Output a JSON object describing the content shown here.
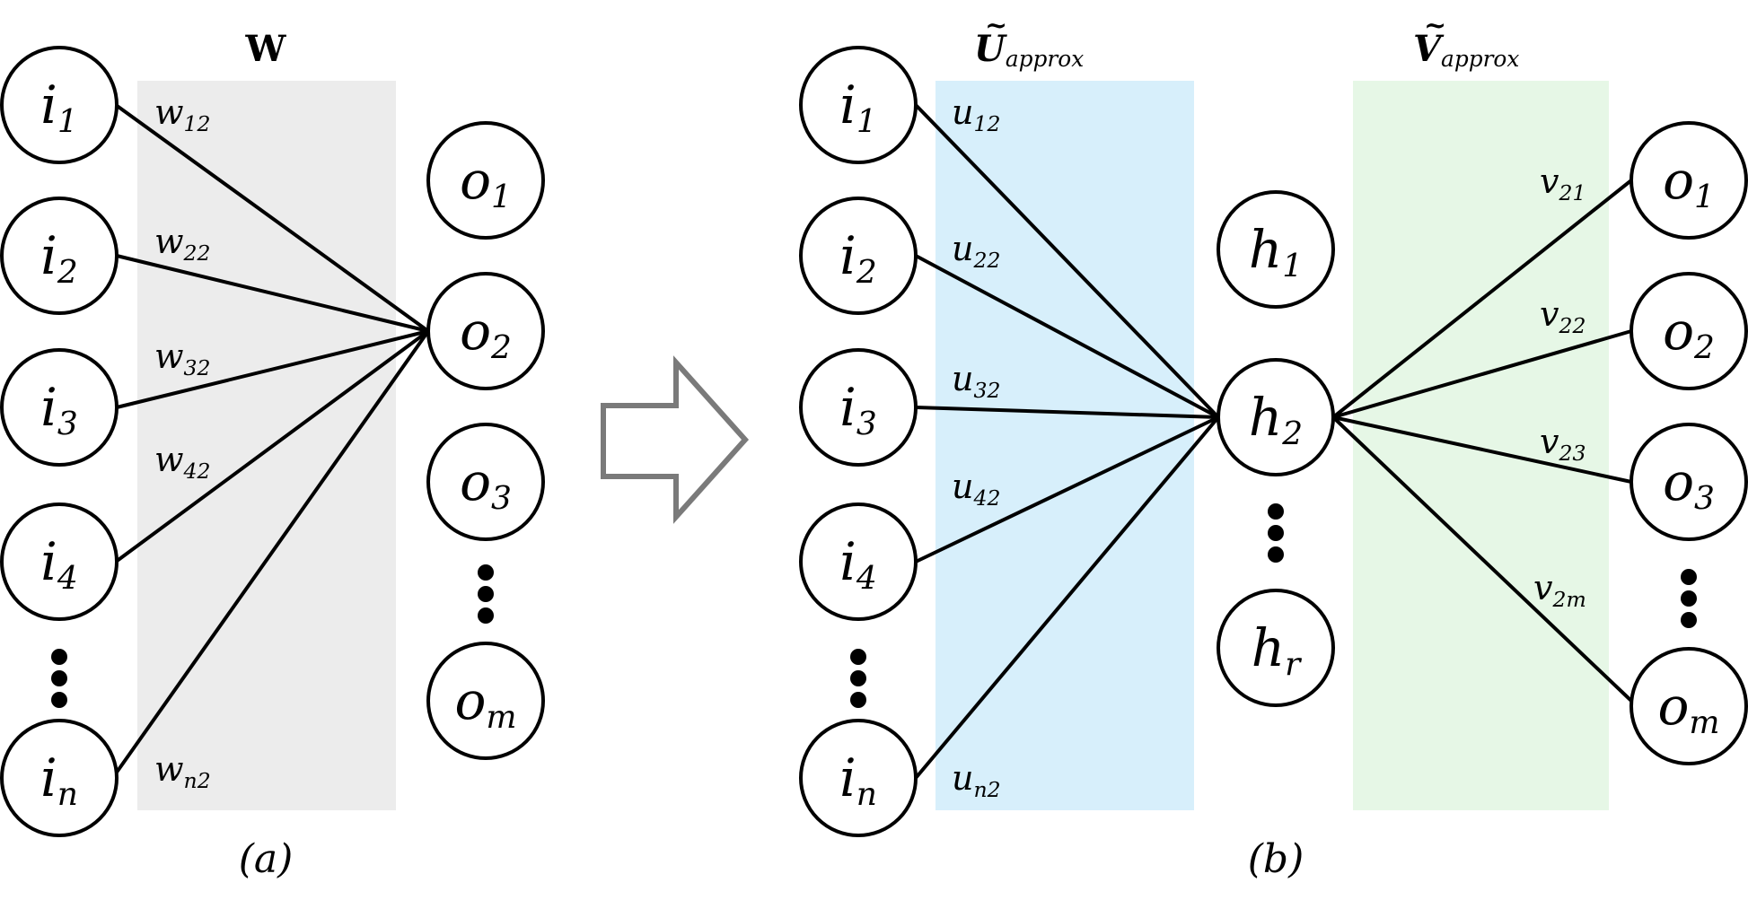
{
  "colors": {
    "panel_w": "#ececec",
    "panel_u": "#d7effb",
    "panel_v": "#e6f7e6",
    "arrow_stroke": "#7a7a7a",
    "stroke": "#000000"
  },
  "panel_a": {
    "matrix_label": "W",
    "caption": "(a)",
    "inputs": [
      {
        "base": "i",
        "sub": "1"
      },
      {
        "base": "i",
        "sub": "2"
      },
      {
        "base": "i",
        "sub": "3"
      },
      {
        "base": "i",
        "sub": "4"
      },
      {
        "base": "i",
        "sub": "n"
      }
    ],
    "outputs": [
      {
        "base": "o",
        "sub": "1"
      },
      {
        "base": "o",
        "sub": "2"
      },
      {
        "base": "o",
        "sub": "3"
      },
      {
        "base": "o",
        "sub": "m"
      }
    ],
    "weights": [
      {
        "base": "w",
        "sub": "12"
      },
      {
        "base": "w",
        "sub": "22"
      },
      {
        "base": "w",
        "sub": "32"
      },
      {
        "base": "w",
        "sub": "42"
      },
      {
        "base": "w",
        "sub": "n2"
      }
    ]
  },
  "panel_b": {
    "u_label": {
      "tilde": "~",
      "base": "U",
      "sub": "approx"
    },
    "v_label": {
      "tilde": "~",
      "base": "V",
      "sub": "approx"
    },
    "caption": "(b)",
    "inputs": [
      {
        "base": "i",
        "sub": "1"
      },
      {
        "base": "i",
        "sub": "2"
      },
      {
        "base": "i",
        "sub": "3"
      },
      {
        "base": "i",
        "sub": "4"
      },
      {
        "base": "i",
        "sub": "n"
      }
    ],
    "hidden": [
      {
        "base": "h",
        "sub": "1"
      },
      {
        "base": "h",
        "sub": "2"
      },
      {
        "base": "h",
        "sub": "r"
      }
    ],
    "outputs": [
      {
        "base": "o",
        "sub": "1"
      },
      {
        "base": "o",
        "sub": "2"
      },
      {
        "base": "o",
        "sub": "3"
      },
      {
        "base": "o",
        "sub": "m"
      }
    ],
    "u_weights": [
      {
        "base": "u",
        "sub": "12"
      },
      {
        "base": "u",
        "sub": "22"
      },
      {
        "base": "u",
        "sub": "32"
      },
      {
        "base": "u",
        "sub": "42"
      },
      {
        "base": "u",
        "sub": "n2"
      }
    ],
    "v_weights": [
      {
        "base": "v",
        "sub": "21"
      },
      {
        "base": "v",
        "sub": "22"
      },
      {
        "base": "v",
        "sub": "23"
      },
      {
        "base": "v",
        "sub": "2m"
      }
    ]
  }
}
